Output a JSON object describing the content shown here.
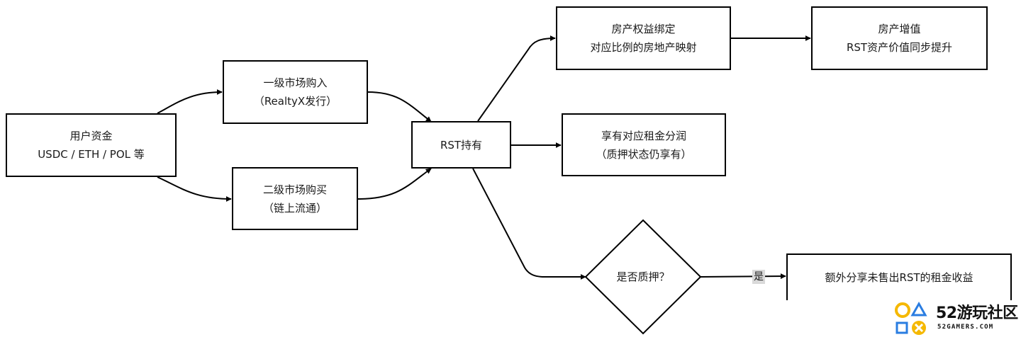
{
  "nodes": {
    "user_funds": {
      "line1": "用户资金",
      "line2": "USDC / ETH / POL 等"
    },
    "primary_market": {
      "line1": "一级市场购入",
      "line2": "（RealtyX发行）"
    },
    "secondary_market": {
      "line1": "二级市场购买",
      "line2": "（链上流通）"
    },
    "rst_holding": {
      "line1": "RST持有"
    },
    "property_binding": {
      "line1": "房产权益绑定",
      "line2": "对应比例的房地产映射"
    },
    "property_appreciation": {
      "line1": "房产增值",
      "line2": "RST资产价值同步提升"
    },
    "rent_share": {
      "line1": "享有对应租金分润",
      "line2": "（质押状态仍享有）"
    },
    "staking_decision": {
      "line1": "是否质押？"
    },
    "extra_share": {
      "line1": "额外分享未售出RST的租金收益"
    }
  },
  "edges": {
    "yes_label": "是"
  },
  "watermark": {
    "brand": "52游玩社区",
    "domain": "52GAMERS.COM",
    "icon_colors": {
      "circle": "#f5b800",
      "triangle": "#2a7de1",
      "square": "#2a7de1",
      "cross": "#f5b800"
    }
  }
}
